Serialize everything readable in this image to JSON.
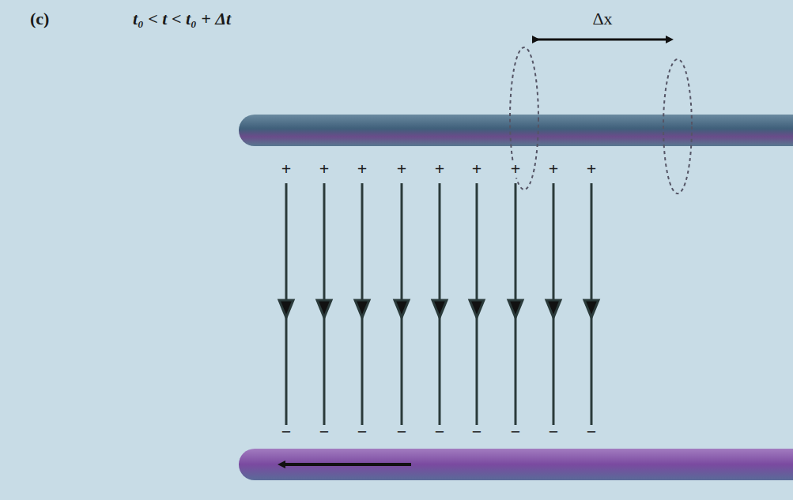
{
  "diagram": {
    "labels": [
      "(c)",
      "t₀ < t < t₀ + Δt",
      "Δx",
      "+",
      "+",
      "+",
      "+",
      "+",
      "+",
      "+",
      "+",
      "+",
      "−",
      "−",
      "−",
      "−",
      "−",
      "−",
      "−",
      "−",
      "−"
    ]
  }
}
